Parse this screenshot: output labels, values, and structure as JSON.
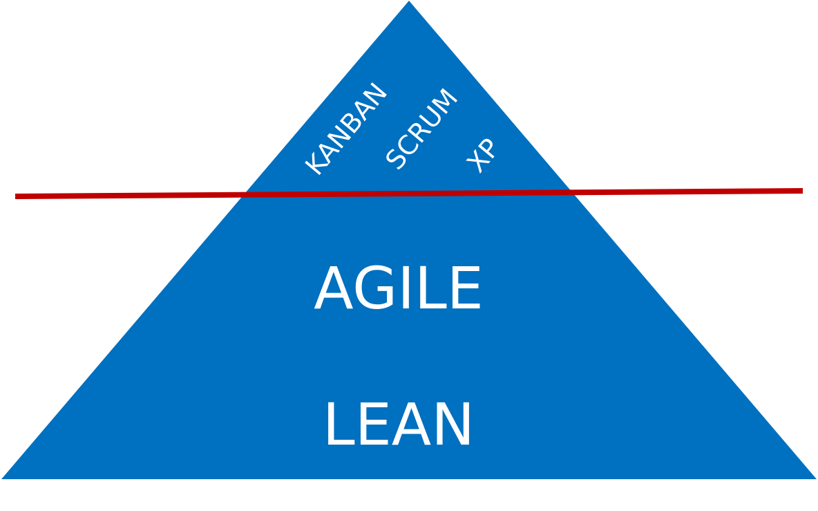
{
  "colors": {
    "pyramid": "#0070C0",
    "divider": "#C00000",
    "text": "#FFFFFF",
    "background": "#FFFFFF"
  },
  "top_labels": {
    "kanban": "KANBAN",
    "scrum": "SCRUM",
    "xp": "XP"
  },
  "layers": {
    "agile": "AGILE",
    "lean": "LEAN"
  }
}
